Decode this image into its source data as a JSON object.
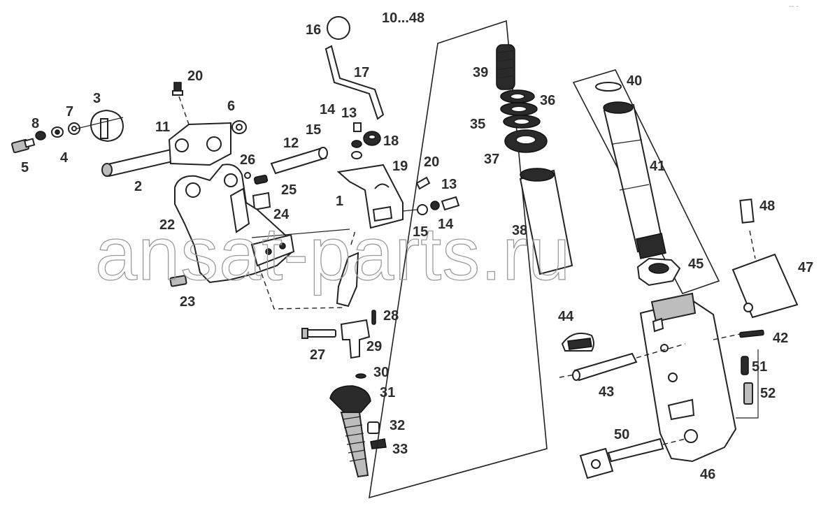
{
  "title": "10...48",
  "watermark": "ansat-parts.ru",
  "corner_mark": "-- -",
  "labels": {
    "l1": "1",
    "l2": "2",
    "l3": "3",
    "l4": "4",
    "l5": "5",
    "l6": "6",
    "l7": "7",
    "l8": "8",
    "l11": "11",
    "l12": "12",
    "l13a": "13",
    "l13b": "13",
    "l14a": "14",
    "l14b": "14",
    "l15a": "15",
    "l15b": "15",
    "l16": "16",
    "l17": "17",
    "l18": "18",
    "l19": "19",
    "l20a": "20",
    "l20b": "20",
    "l22": "22",
    "l23": "23",
    "l24": "24",
    "l25": "25",
    "l26": "26",
    "l27": "27",
    "l28": "28",
    "l29": "29",
    "l30": "30",
    "l31": "31",
    "l32": "32",
    "l33": "33",
    "l35": "35",
    "l36": "36",
    "l37": "37",
    "l38": "38",
    "l39": "39",
    "l40": "40",
    "l41": "41",
    "l42": "42",
    "l43": "43",
    "l44": "44",
    "l45": "45",
    "l46": "46",
    "l47": "47",
    "l48": "48",
    "l50": "50",
    "l51": "51",
    "l52": "52"
  }
}
